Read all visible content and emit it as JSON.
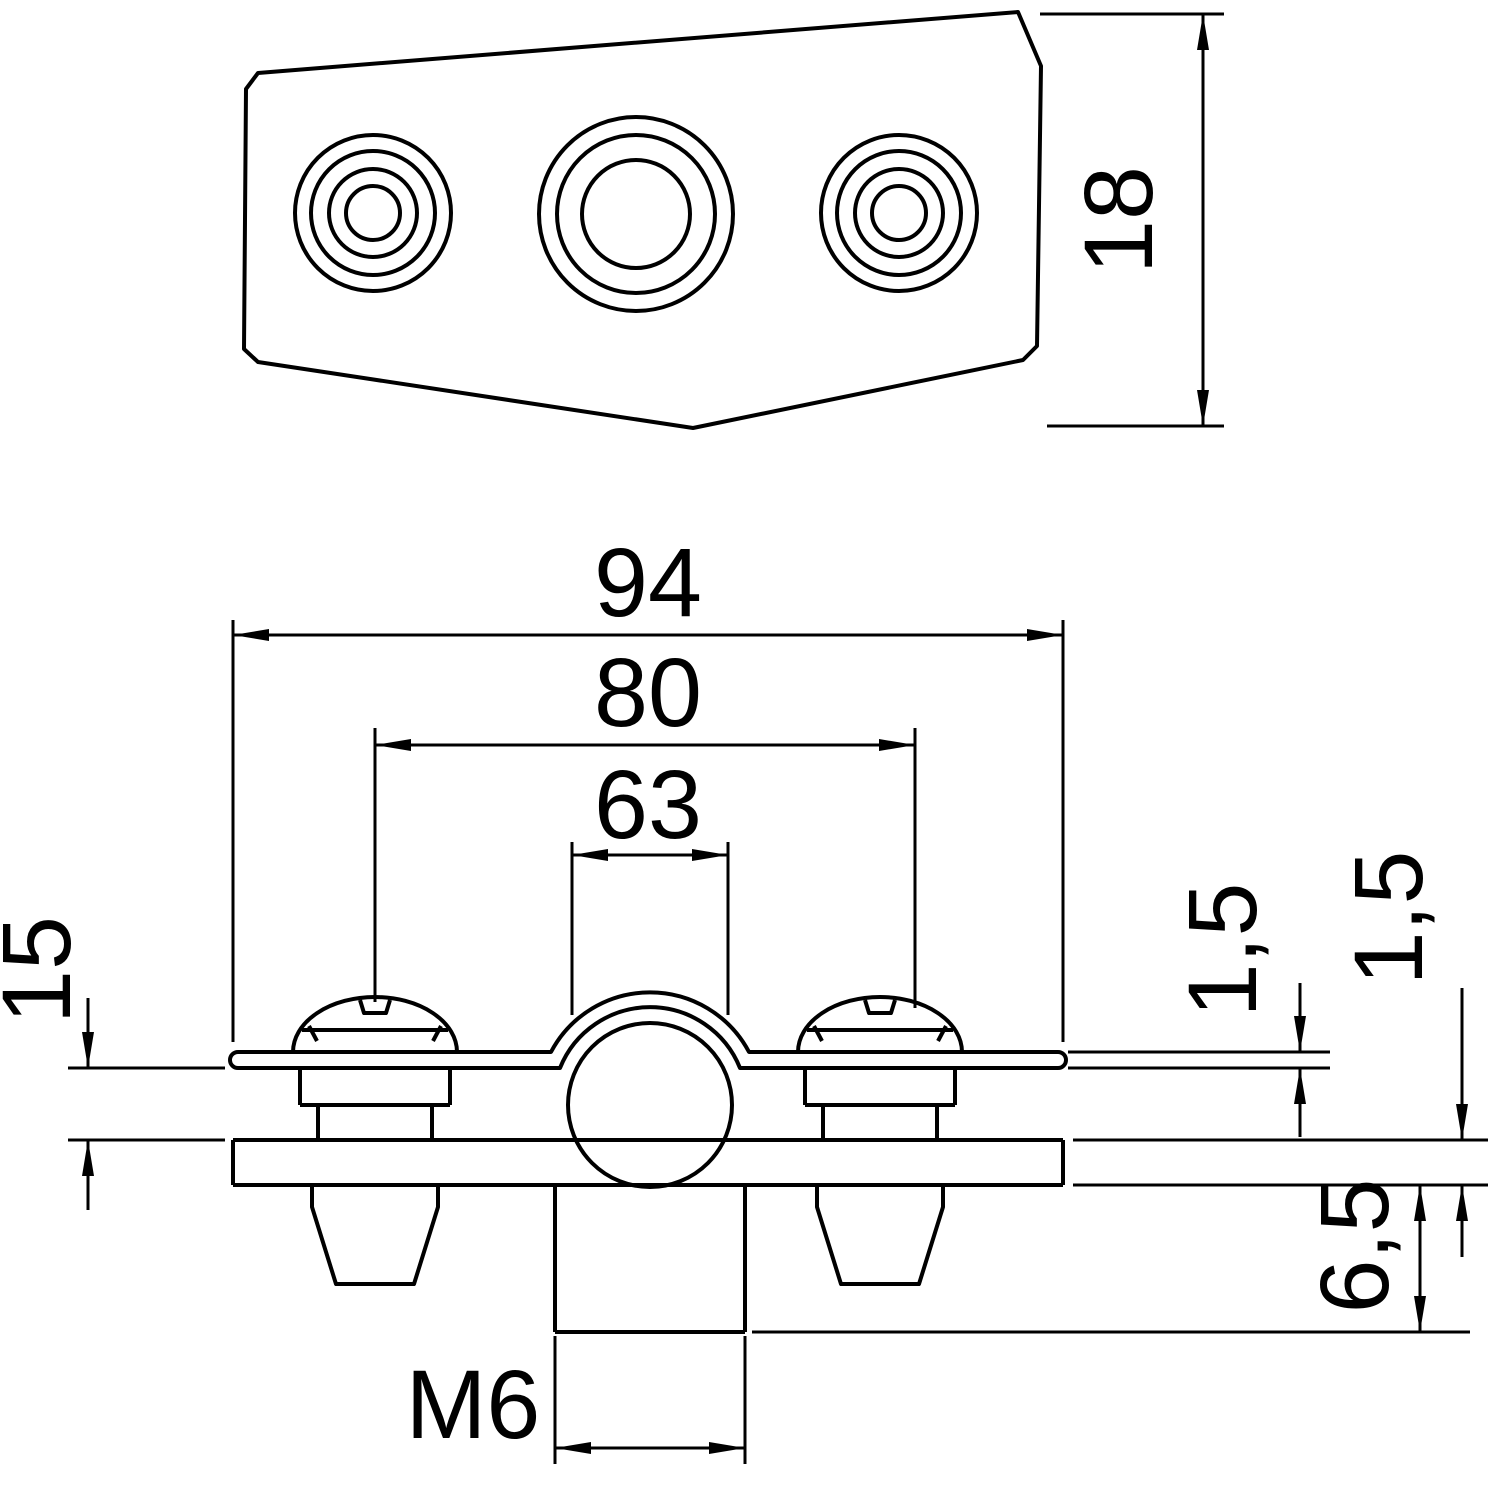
{
  "background": "#ffffff",
  "line_color": "#000000",
  "labels": {
    "top_view_height": "18",
    "overall_width": "94",
    "screw_spacing": "80",
    "clamp_width": "63",
    "side_height": "15",
    "strap_thickness": "1,5",
    "plate_thickness": "1,5",
    "stud_length": "6,5",
    "thread": "M6"
  }
}
